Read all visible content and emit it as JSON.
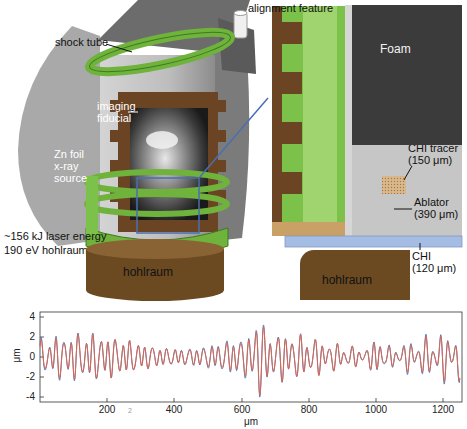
{
  "diagram": {
    "nodes": [
      {
        "text": [
          "hohlraum"
        ]
      },
      {
        "text": [
          "Foam"
        ]
      },
      {
        "text": [
          "hohlraum"
        ]
      }
    ],
    "labels": [
      "alignment feature",
      "shock tube",
      "imaging fiducial",
      "Zn foil x-ray source",
      "~156 kJ laser energy",
      "190 eV hohlraum",
      "CHI tracer (150 μm)",
      "Ablator (390 μm)",
      "CHI (120 μm)",
      "4",
      "2",
      "0",
      "-2",
      "-4",
      "200",
      "400",
      "600",
      "800",
      "1000",
      "1200",
      "μm",
      "μm",
      "2"
    ]
  }
}
